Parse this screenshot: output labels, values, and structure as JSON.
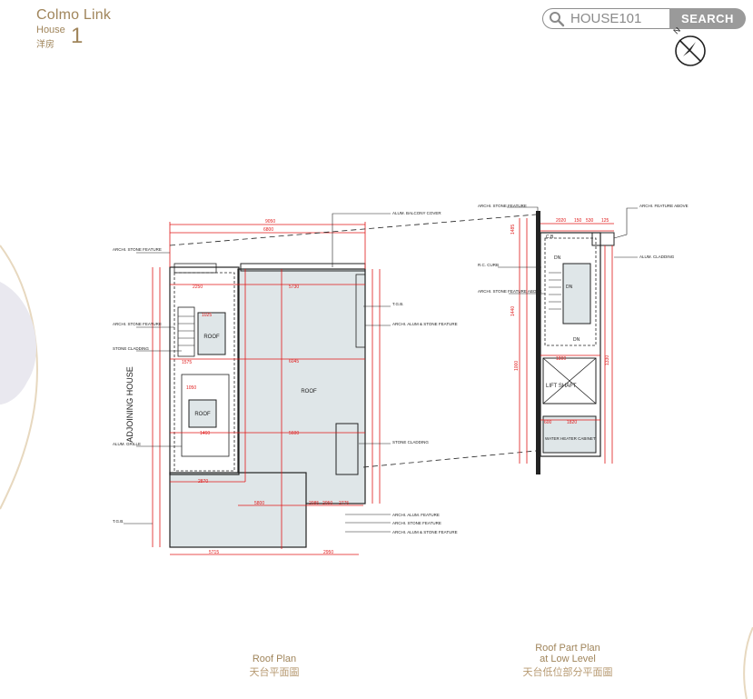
{
  "brand": {
    "name": "Colmo Link",
    "house_en": "House",
    "house_zh": "洋房",
    "house_number": "1"
  },
  "search": {
    "value": "HOUSE101",
    "button_label": "SEARCH"
  },
  "roof_plan": {
    "caption_en": "Roof Plan",
    "caption_zh": "天台平面圖",
    "room_labels": [
      "ROOF",
      "ROOF",
      "ROOF"
    ],
    "side_label": "ADJOINING HOUSE",
    "annotations_left": [
      "ARCHI. STONE FEATURE",
      "ARCHI. STONE FEATURE",
      "STONE CLADDING",
      "ALUM. GRILLE",
      "T.G.B."
    ],
    "annotations_right": [
      "ALUM. BALCONY COVER",
      "T.G.B.",
      "ARCHI. ALUM & STONE FEATURE",
      "STONE CLADDING",
      "ARCHI. ALUM. FEATURE",
      "ARCHI. STONE FEATURE",
      "ARCHI. ALUM & STONE FEATURE"
    ],
    "dimensions": [
      "9050",
      "6800",
      "5730",
      "6045",
      "5600",
      "5800",
      "2050",
      "2250",
      "1025",
      "1460",
      "2870",
      "5715",
      "2950",
      "1050",
      "1575",
      "2085",
      "2775"
    ]
  },
  "roof_part_plan": {
    "caption_line1": "Roof Part Plan",
    "caption_line2": "at Low Level",
    "caption_zh": "天台低位部分平面圖",
    "room_labels": [
      "LIFT SHAFT",
      "WATER HEATER CABINET",
      "DN",
      "DN",
      "DN",
      "C.B."
    ],
    "annotations_left": [
      "ARCHI. STONE FEATURE",
      "R.C. CURB",
      "ARCHI. STONE FEATURE ABOVE"
    ],
    "annotations_right": [
      "ARCHI. FEATURE ABOVE",
      "ALUM. CLADDING"
    ],
    "dimensions": [
      "2020",
      "150",
      "530",
      "125",
      "1800",
      "1820",
      "600",
      "1485",
      "1440",
      "1000",
      "1330"
    ]
  },
  "colors": {
    "brand": "#a0855b",
    "dim_red": "#e01818",
    "roof_fill": "#dfe6e8",
    "search_button": "#9a9a9a"
  }
}
